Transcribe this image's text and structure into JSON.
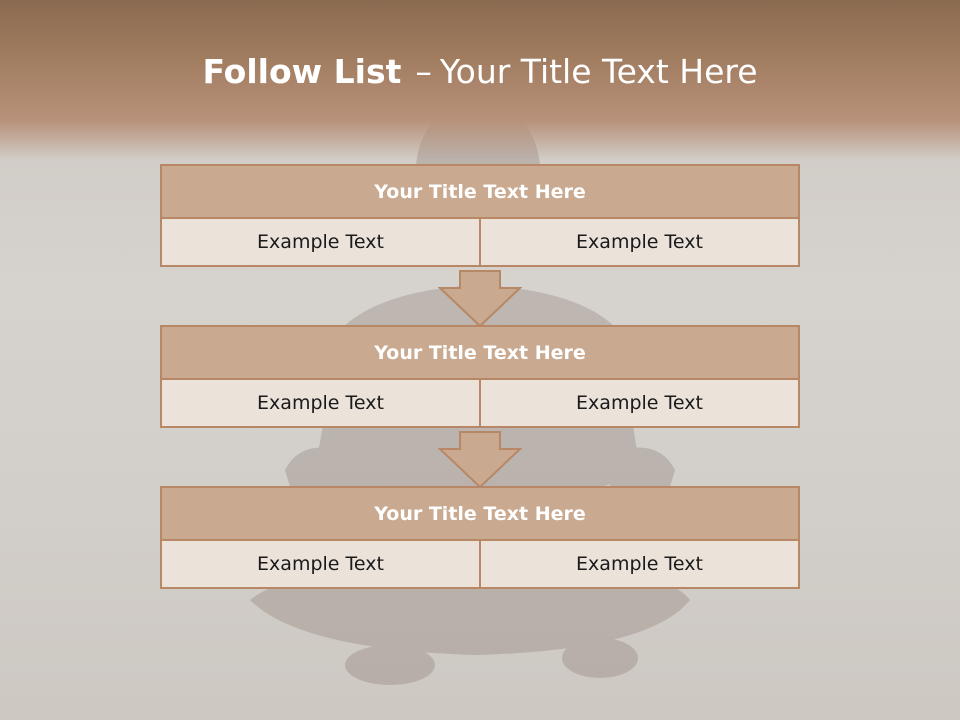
{
  "slide": {
    "title_bold": "Follow List",
    "title_dash": "–",
    "title_rest": "Your Title Text Here",
    "colors": {
      "header": "#a07c5f",
      "box_title_fill": "#c9a98f",
      "box_border": "#b88866",
      "cell_fill": "#ebe2da"
    }
  },
  "steps": [
    {
      "title": "Your Title Text Here",
      "left": "Example Text",
      "right": "Example Text"
    },
    {
      "title": "Your Title Text Here",
      "left": "Example Text",
      "right": "Example Text"
    },
    {
      "title": "Your Title Text Here",
      "left": "Example Text",
      "right": "Example Text"
    }
  ]
}
